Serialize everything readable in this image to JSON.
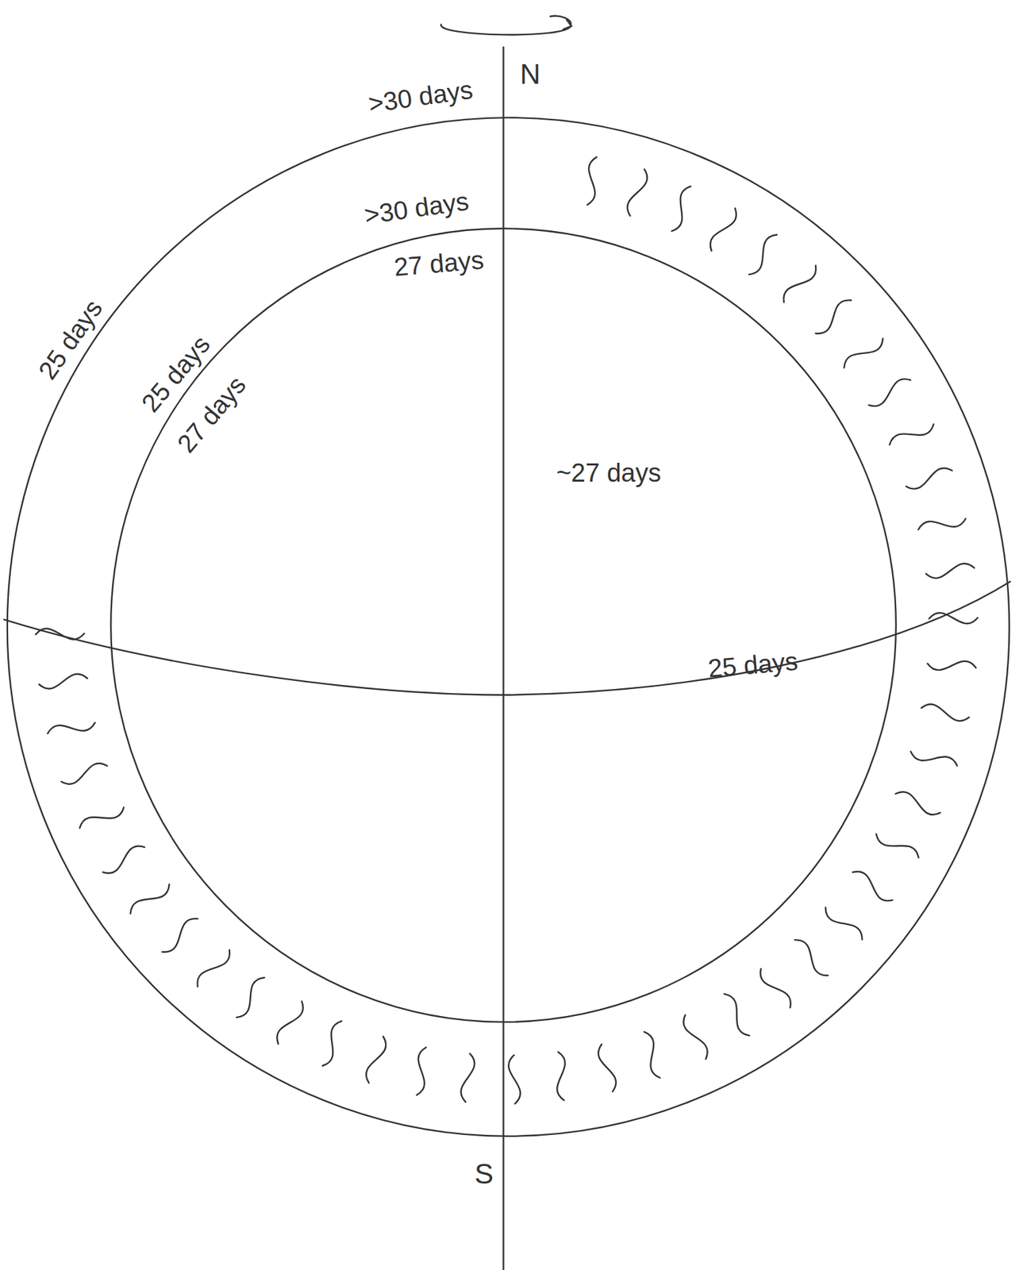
{
  "diagram": {
    "labels": [
      "N",
      ">30 days",
      ">30 days",
      "27 days",
      "25 days",
      "25 days",
      "27 days",
      "~27 days",
      "25 days",
      "S"
    ]
  }
}
